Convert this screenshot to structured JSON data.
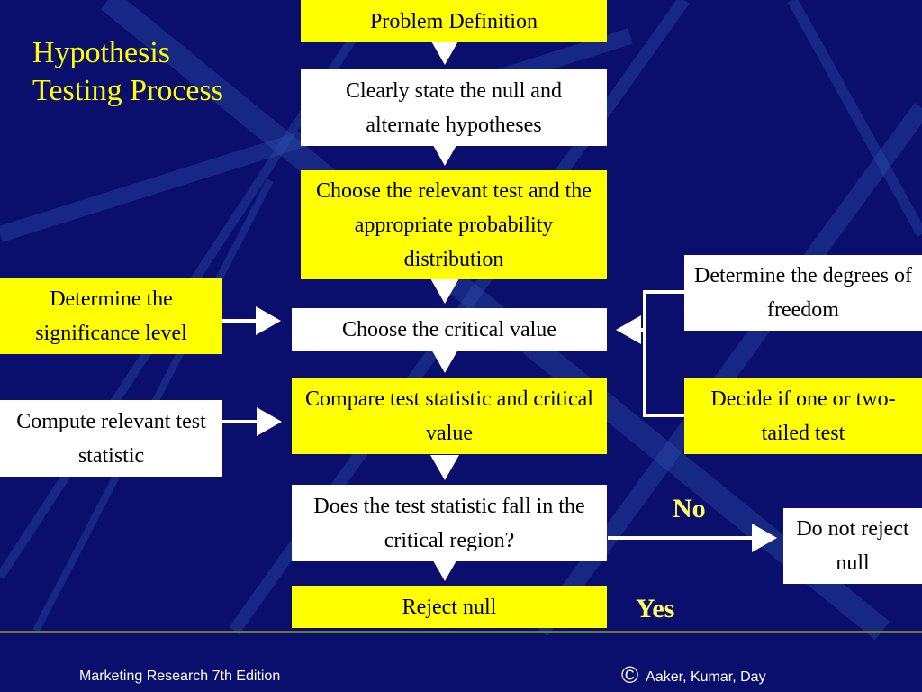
{
  "title": {
    "line1": "Hypothesis",
    "line2": "Testing Process"
  },
  "steps": {
    "problem": "Problem Definition",
    "state": "Clearly state the null and alternate hypotheses",
    "choose_test": "Choose the relevant test and the appropriate probability distribution",
    "critical_value": "Choose the critical value",
    "compare": "Compare test statistic and critical value",
    "does_fall": "Does the test statistic fall in the critical region?",
    "reject": "Reject null"
  },
  "inputs": {
    "significance": "Determine the significance level",
    "compute": "Compute relevant test statistic",
    "dof": "Determine the degrees of freedom",
    "tails": "Decide if one or two-tailed test"
  },
  "outcomes": {
    "no_label": "No",
    "yes_label": "Yes",
    "do_not_reject": "Do not reject null"
  },
  "footer": {
    "left": "Marketing Research 7th Edition",
    "copyright_symbol": "©",
    "right": "Aaker, Kumar, Day"
  },
  "colors": {
    "background": "#0a0f6e",
    "box_yellow": "#ffff00",
    "box_white": "#ffffff",
    "title_yellow": "#ffff00"
  }
}
